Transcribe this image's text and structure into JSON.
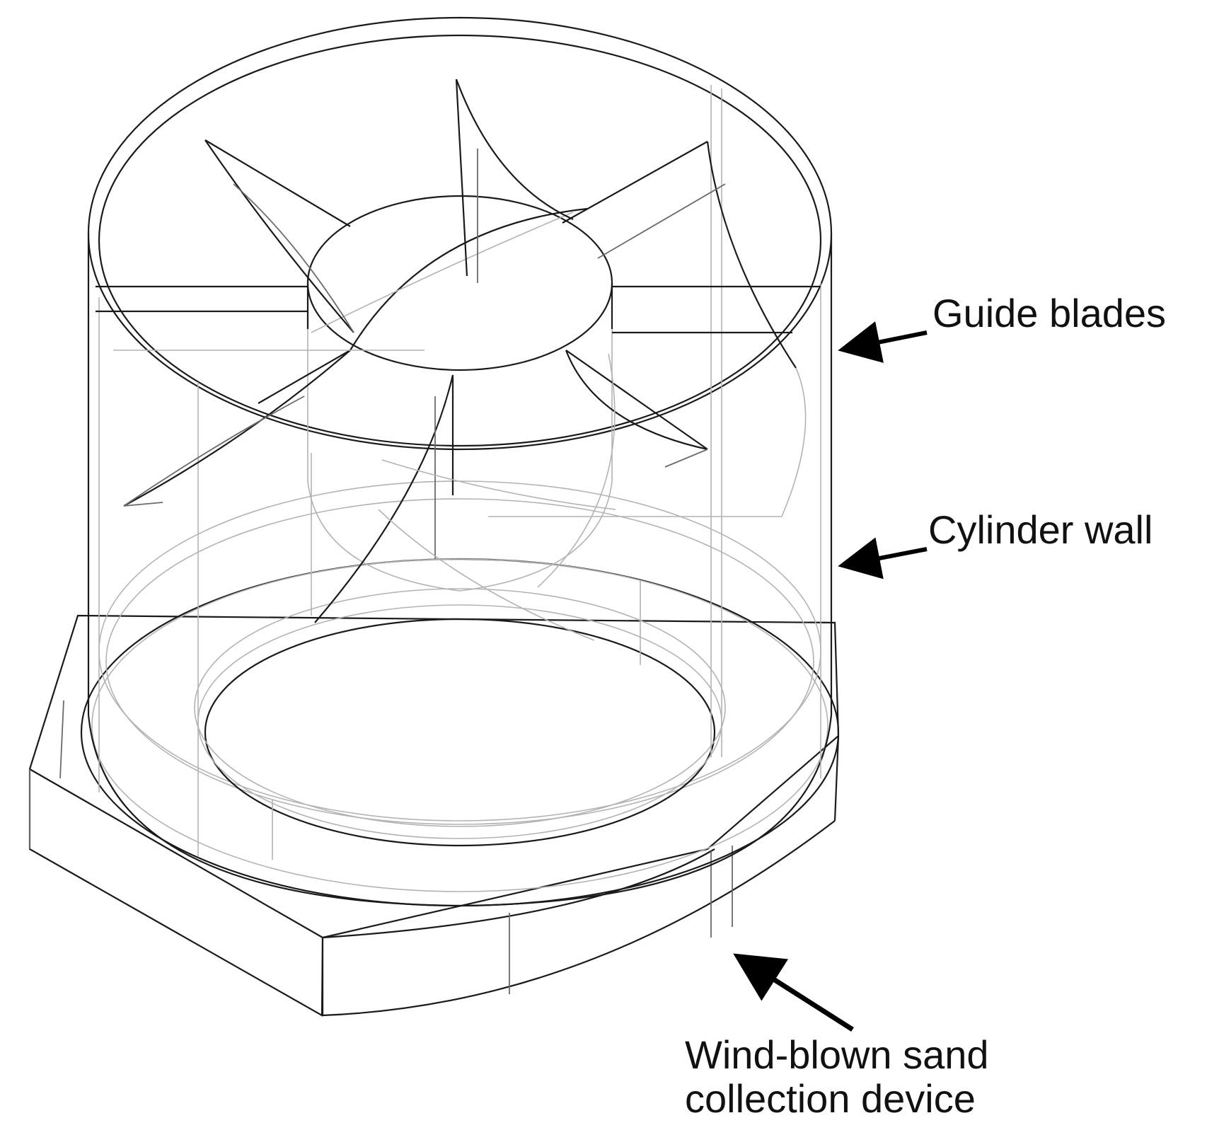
{
  "labels": {
    "guide_blades": "Guide blades",
    "cylinder_wall": "Cylinder wall",
    "device_line1": "Wind-blown sand",
    "device_line2": "collection device"
  },
  "colors": {
    "line_dark": "#1a1a1a",
    "line_light": "#b3b3b3",
    "arrow": "#000000"
  }
}
